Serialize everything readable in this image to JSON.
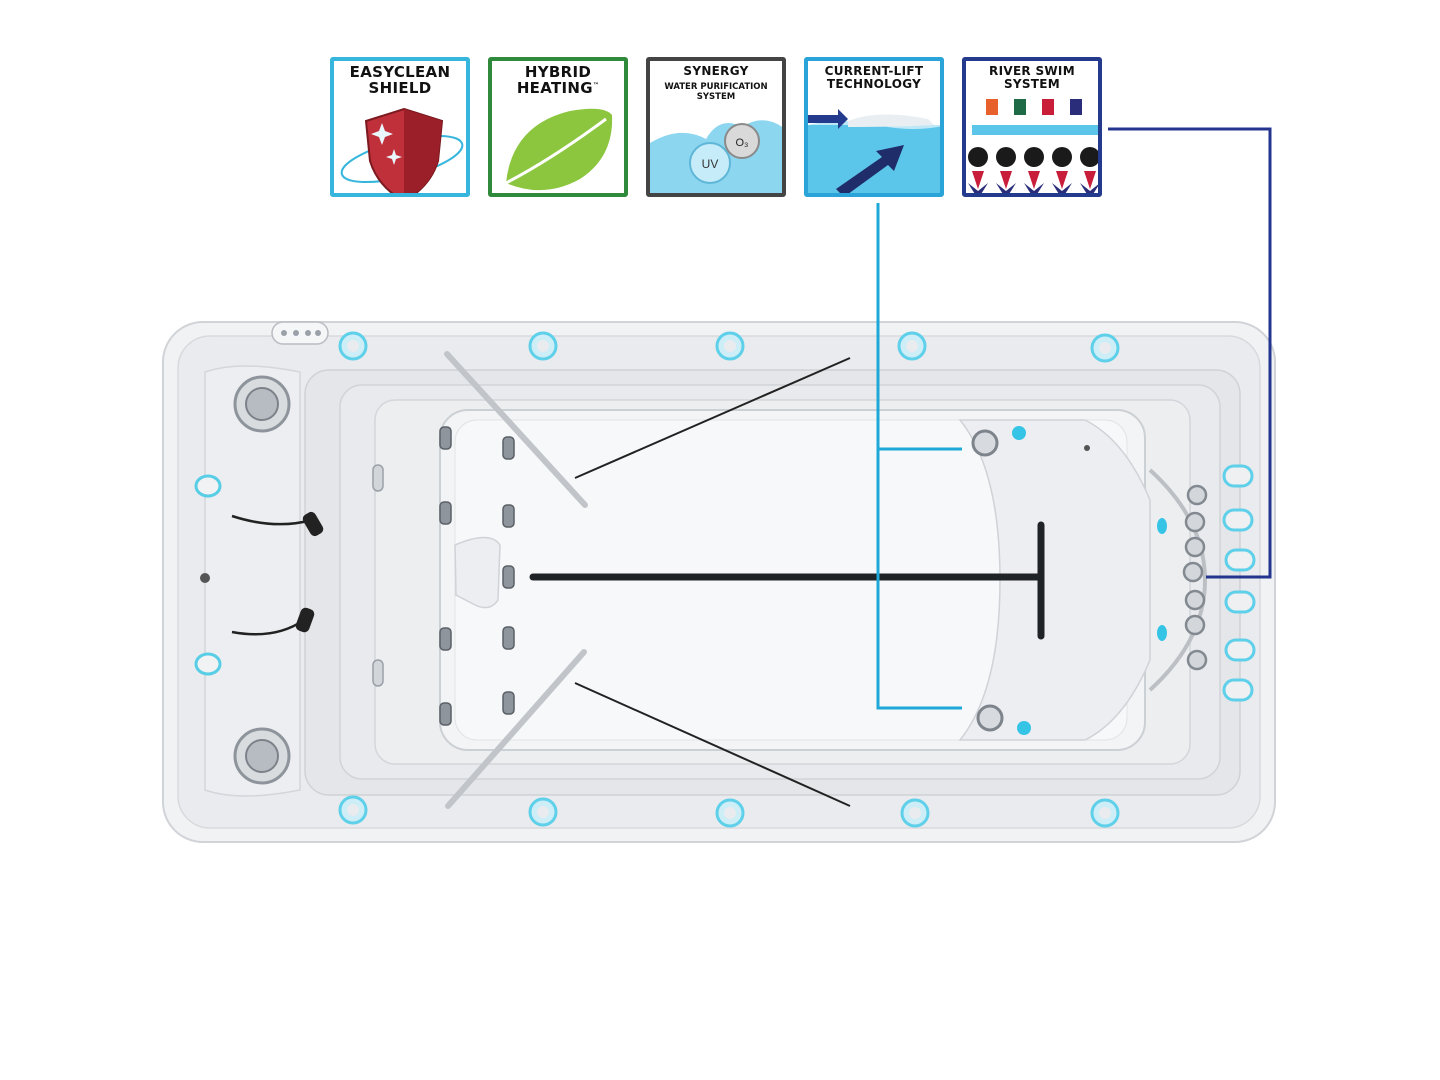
{
  "badges": [
    {
      "title": "EASYCLEAN\nSHIELD",
      "icon": "shield-icon",
      "border": "#36b6dc"
    },
    {
      "title": "HYBRID\nHEATING",
      "trademark": "™",
      "icon": "leaf-icon",
      "border": "#2f8a3b"
    },
    {
      "title": "SYNERGY",
      "subtitle": "WATER PURIFICATION\nSYSTEM",
      "icon": "ozone-uv-icon",
      "labels": [
        "UV",
        "O₃"
      ],
      "border": "#444444"
    },
    {
      "title": "CURRENT-LIFT\nTECHNOLOGY",
      "icon": "swimmer-current-icon",
      "border": "#2aa4d8"
    },
    {
      "title": "RIVER SWIM\nSYSTEM",
      "icon": "jet-array-icon",
      "border": "#243a8c",
      "jet_colors": [
        "#e8612c",
        "#1f6b47",
        "#c81e3a",
        "#2a2e7a"
      ]
    }
  ],
  "callout_colors": {
    "current_lift": "#1ea8d8",
    "river_swim": "#24358f"
  }
}
